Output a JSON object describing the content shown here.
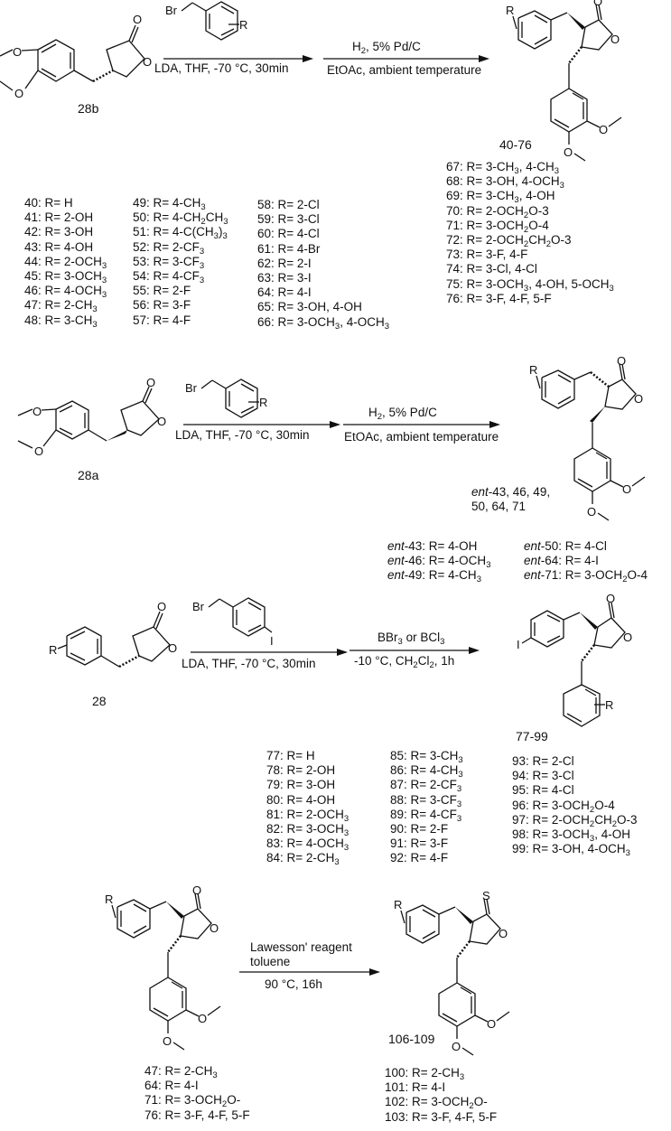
{
  "scheme1": {
    "start_label": "28b",
    "reagent_above": "BrCH2-C6H4-R",
    "step1_conditions": "LDA, THF, -70 °C, 30min",
    "step2_above": [
      "H",
      "2",
      ", 5% Pd/C"
    ],
    "step2_below": "EtOAc, ambient temperature",
    "product_label": "40-76",
    "substituents": {
      "col1": [
        {
          "id": "40",
          "r": "H"
        },
        {
          "id": "41",
          "r": "2-OH"
        },
        {
          "id": "42",
          "r": "3-OH"
        },
        {
          "id": "43",
          "r": "4-OH"
        },
        {
          "id": "44",
          "r": "2-OCH3"
        },
        {
          "id": "45",
          "r": "3-OCH3"
        },
        {
          "id": "46",
          "r": "4-OCH3"
        },
        {
          "id": "47",
          "r": "2-CH3"
        },
        {
          "id": "48",
          "r": "3-CH3"
        }
      ],
      "col2": [
        {
          "id": "49",
          "r": "4-CH3"
        },
        {
          "id": "50",
          "r": "4-CH2CH3"
        },
        {
          "id": "51",
          "r": "4-C(CH3)3"
        },
        {
          "id": "52",
          "r": "2-CF3"
        },
        {
          "id": "53",
          "r": "3-CF3"
        },
        {
          "id": "54",
          "r": "4-CF3"
        },
        {
          "id": "55",
          "r": "2-F"
        },
        {
          "id": "56",
          "r": "3-F"
        },
        {
          "id": "57",
          "r": "4-F"
        }
      ],
      "col3": [
        {
          "id": "58",
          "r": "2-Cl"
        },
        {
          "id": "59",
          "r": "3-Cl"
        },
        {
          "id": "60",
          "r": "4-Cl"
        },
        {
          "id": "61",
          "r": "4-Br"
        },
        {
          "id": "62",
          "r": "2-I"
        },
        {
          "id": "63",
          "r": "3-I"
        },
        {
          "id": "64",
          "r": "4-I"
        },
        {
          "id": "65",
          "r": "3-OH, 4-OH"
        },
        {
          "id": "66",
          "r": "3-OCH3, 4-OCH3"
        }
      ],
      "col4": [
        {
          "id": "67",
          "r": "3-CH3, 4-CH3"
        },
        {
          "id": "68",
          "r": "3-OH, 4-OCH3"
        },
        {
          "id": "69",
          "r": "3-CH3, 4-OH"
        },
        {
          "id": "70",
          "r": "2-OCH2O-3"
        },
        {
          "id": "71",
          "r": "3-OCH2O-4"
        },
        {
          "id": "72",
          "r": "2-OCH2CH2O-3"
        },
        {
          "id": "73",
          "r": "3-F, 4-F"
        },
        {
          "id": "74",
          "r": "3-Cl, 4-Cl"
        },
        {
          "id": "75",
          "r": "3-OCH3, 4-OH, 5-OCH3"
        },
        {
          "id": "76",
          "r": "3-F, 4-F, 5-F"
        }
      ]
    }
  },
  "scheme2": {
    "start_label": "28a",
    "step1_conditions": "LDA, THF, -70 °C, 30min",
    "step2_below": "EtOAc, ambient temperature",
    "product_label_line1": "ent-43, 46, 49,",
    "product_label_line2": "50, 64, 71",
    "substituents": {
      "col1": [
        {
          "id": "ent-43",
          "r": "4-OH"
        },
        {
          "id": "ent-46",
          "r": "4-OCH3"
        },
        {
          "id": "ent-49",
          "r": "4-CH3"
        }
      ],
      "col2": [
        {
          "id": "ent-50",
          "r": "4-Cl"
        },
        {
          "id": "ent-64",
          "r": "4-I"
        },
        {
          "id": "ent-71",
          "r": "3-OCH2O-4"
        }
      ]
    }
  },
  "scheme3": {
    "start_label": "28",
    "reagent_above": "BrCH2-C6H4-4-I",
    "step1_conditions": "LDA, THF, -70 °C, 30min",
    "step2_above": "BBr3 or BCl3",
    "step2_below": "-10 °C, CH2Cl2, 1h",
    "product_label": "77-99",
    "substituents": {
      "col1": [
        {
          "id": "77",
          "r": "H"
        },
        {
          "id": "78",
          "r": "2-OH"
        },
        {
          "id": "79",
          "r": "3-OH"
        },
        {
          "id": "80",
          "r": "4-OH"
        },
        {
          "id": "81",
          "r": "2-OCH3"
        },
        {
          "id": "82",
          "r": "3-OCH3"
        },
        {
          "id": "83",
          "r": "4-OCH3"
        },
        {
          "id": "84",
          "r": "2-CH3"
        }
      ],
      "col2": [
        {
          "id": "85",
          "r": "3-CH3"
        },
        {
          "id": "86",
          "r": "4-CH3"
        },
        {
          "id": "87",
          "r": "2-CF3"
        },
        {
          "id": "88",
          "r": "3-CF3"
        },
        {
          "id": "89",
          "r": "4-CF3"
        },
        {
          "id": "90",
          "r": "2-F"
        },
        {
          "id": "91",
          "r": "3-F"
        },
        {
          "id": "92",
          "r": "4-F"
        }
      ],
      "col3": [
        {
          "id": "93",
          "r": "2-Cl"
        },
        {
          "id": "94",
          "r": "3-Cl"
        },
        {
          "id": "95",
          "r": "4-Cl"
        },
        {
          "id": "96",
          "r": "3-OCH2O-4"
        },
        {
          "id": "97",
          "r": "2-OCH2CH2O-3"
        },
        {
          "id": "98",
          "r": "3-OCH3, 4-OH"
        },
        {
          "id": "99",
          "r": "3-OH, 4-OCH3"
        }
      ]
    }
  },
  "scheme4": {
    "reagent_line1": "Lawesson' reagent",
    "reagent_line2": "toluene",
    "conditions_below": "90 °C, 16h",
    "product_label": "106-109",
    "start_substituents": [
      {
        "id": "47",
        "r": "2-CH3"
      },
      {
        "id": "64",
        "r": "4-I"
      },
      {
        "id": "71",
        "r": "3-OCH2O-"
      },
      {
        "id": "76",
        "r": "3-F, 4-F, 5-F"
      }
    ],
    "product_substituents": [
      {
        "id": "100",
        "r": "2-CH3"
      },
      {
        "id": "101",
        "r": "4-I"
      },
      {
        "id": "102",
        "r": "3-OCH2O-"
      },
      {
        "id": "103",
        "r": "3-F, 4-F, 5-F"
      }
    ]
  },
  "atoms": {
    "O": "O",
    "S": "S",
    "R": "R",
    "Br": "Br",
    "I": "I"
  }
}
